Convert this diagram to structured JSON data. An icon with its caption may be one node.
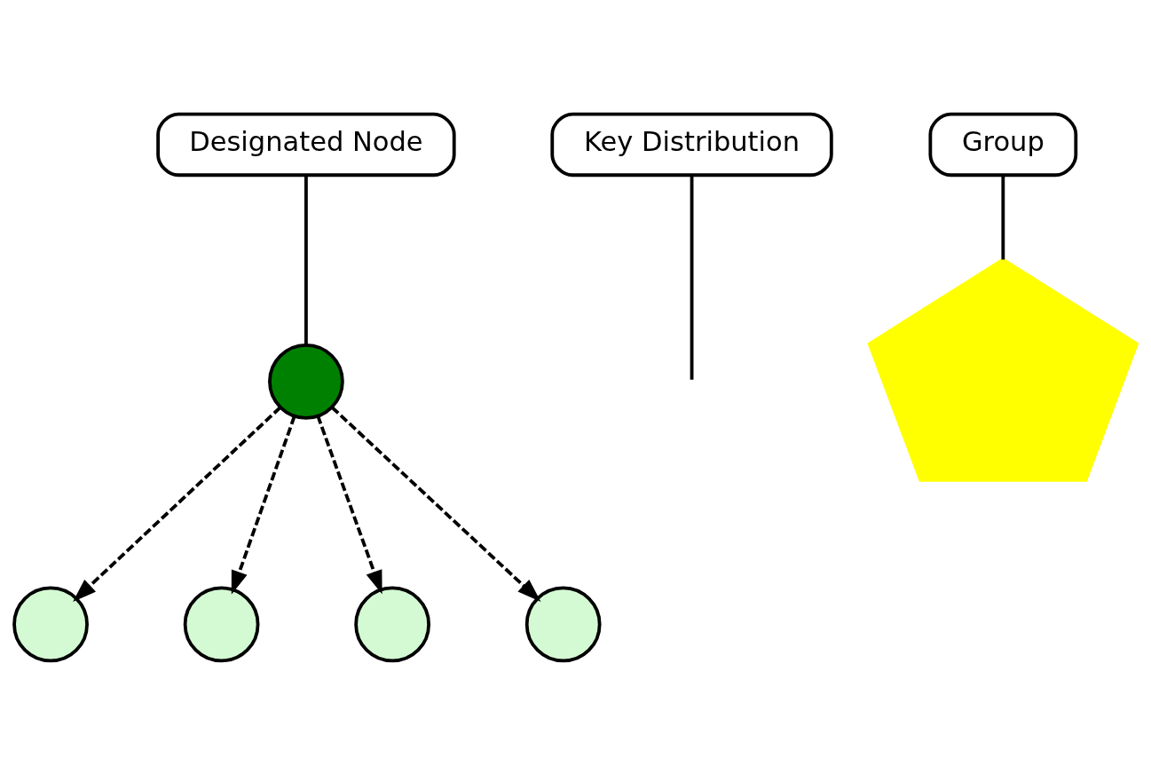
{
  "diagram": {
    "nodes": [
      {
        "text": [
          "Designated Node"
        ]
      },
      {
        "text": [
          "Key Distribution"
        ]
      },
      {
        "text": [
          "Group"
        ]
      },
      {
        "text": [],
        "shape": "pentagon"
      },
      {
        "text": [],
        "shape": "circle"
      },
      {
        "text": [],
        "shape": "circle"
      },
      {
        "text": [],
        "shape": "circle"
      },
      {
        "text": [],
        "shape": "circle"
      },
      {
        "text": [],
        "shape": "circle"
      }
    ],
    "edges": [
      {
        "from": 0,
        "to": 4,
        "arrow": "none"
      },
      {
        "from": 1,
        "to": null,
        "arrow": "none"
      },
      {
        "from": 2,
        "to": 3,
        "arrow": "none"
      },
      {
        "from": 4,
        "to": 5,
        "arrow": "to",
        "style": "dashed"
      },
      {
        "from": 4,
        "to": 6,
        "arrow": "to",
        "style": "dashed"
      },
      {
        "from": 4,
        "to": 7,
        "arrow": "to",
        "style": "dashed"
      },
      {
        "from": 4,
        "to": 8,
        "arrow": "to",
        "style": "dashed"
      }
    ]
  }
}
